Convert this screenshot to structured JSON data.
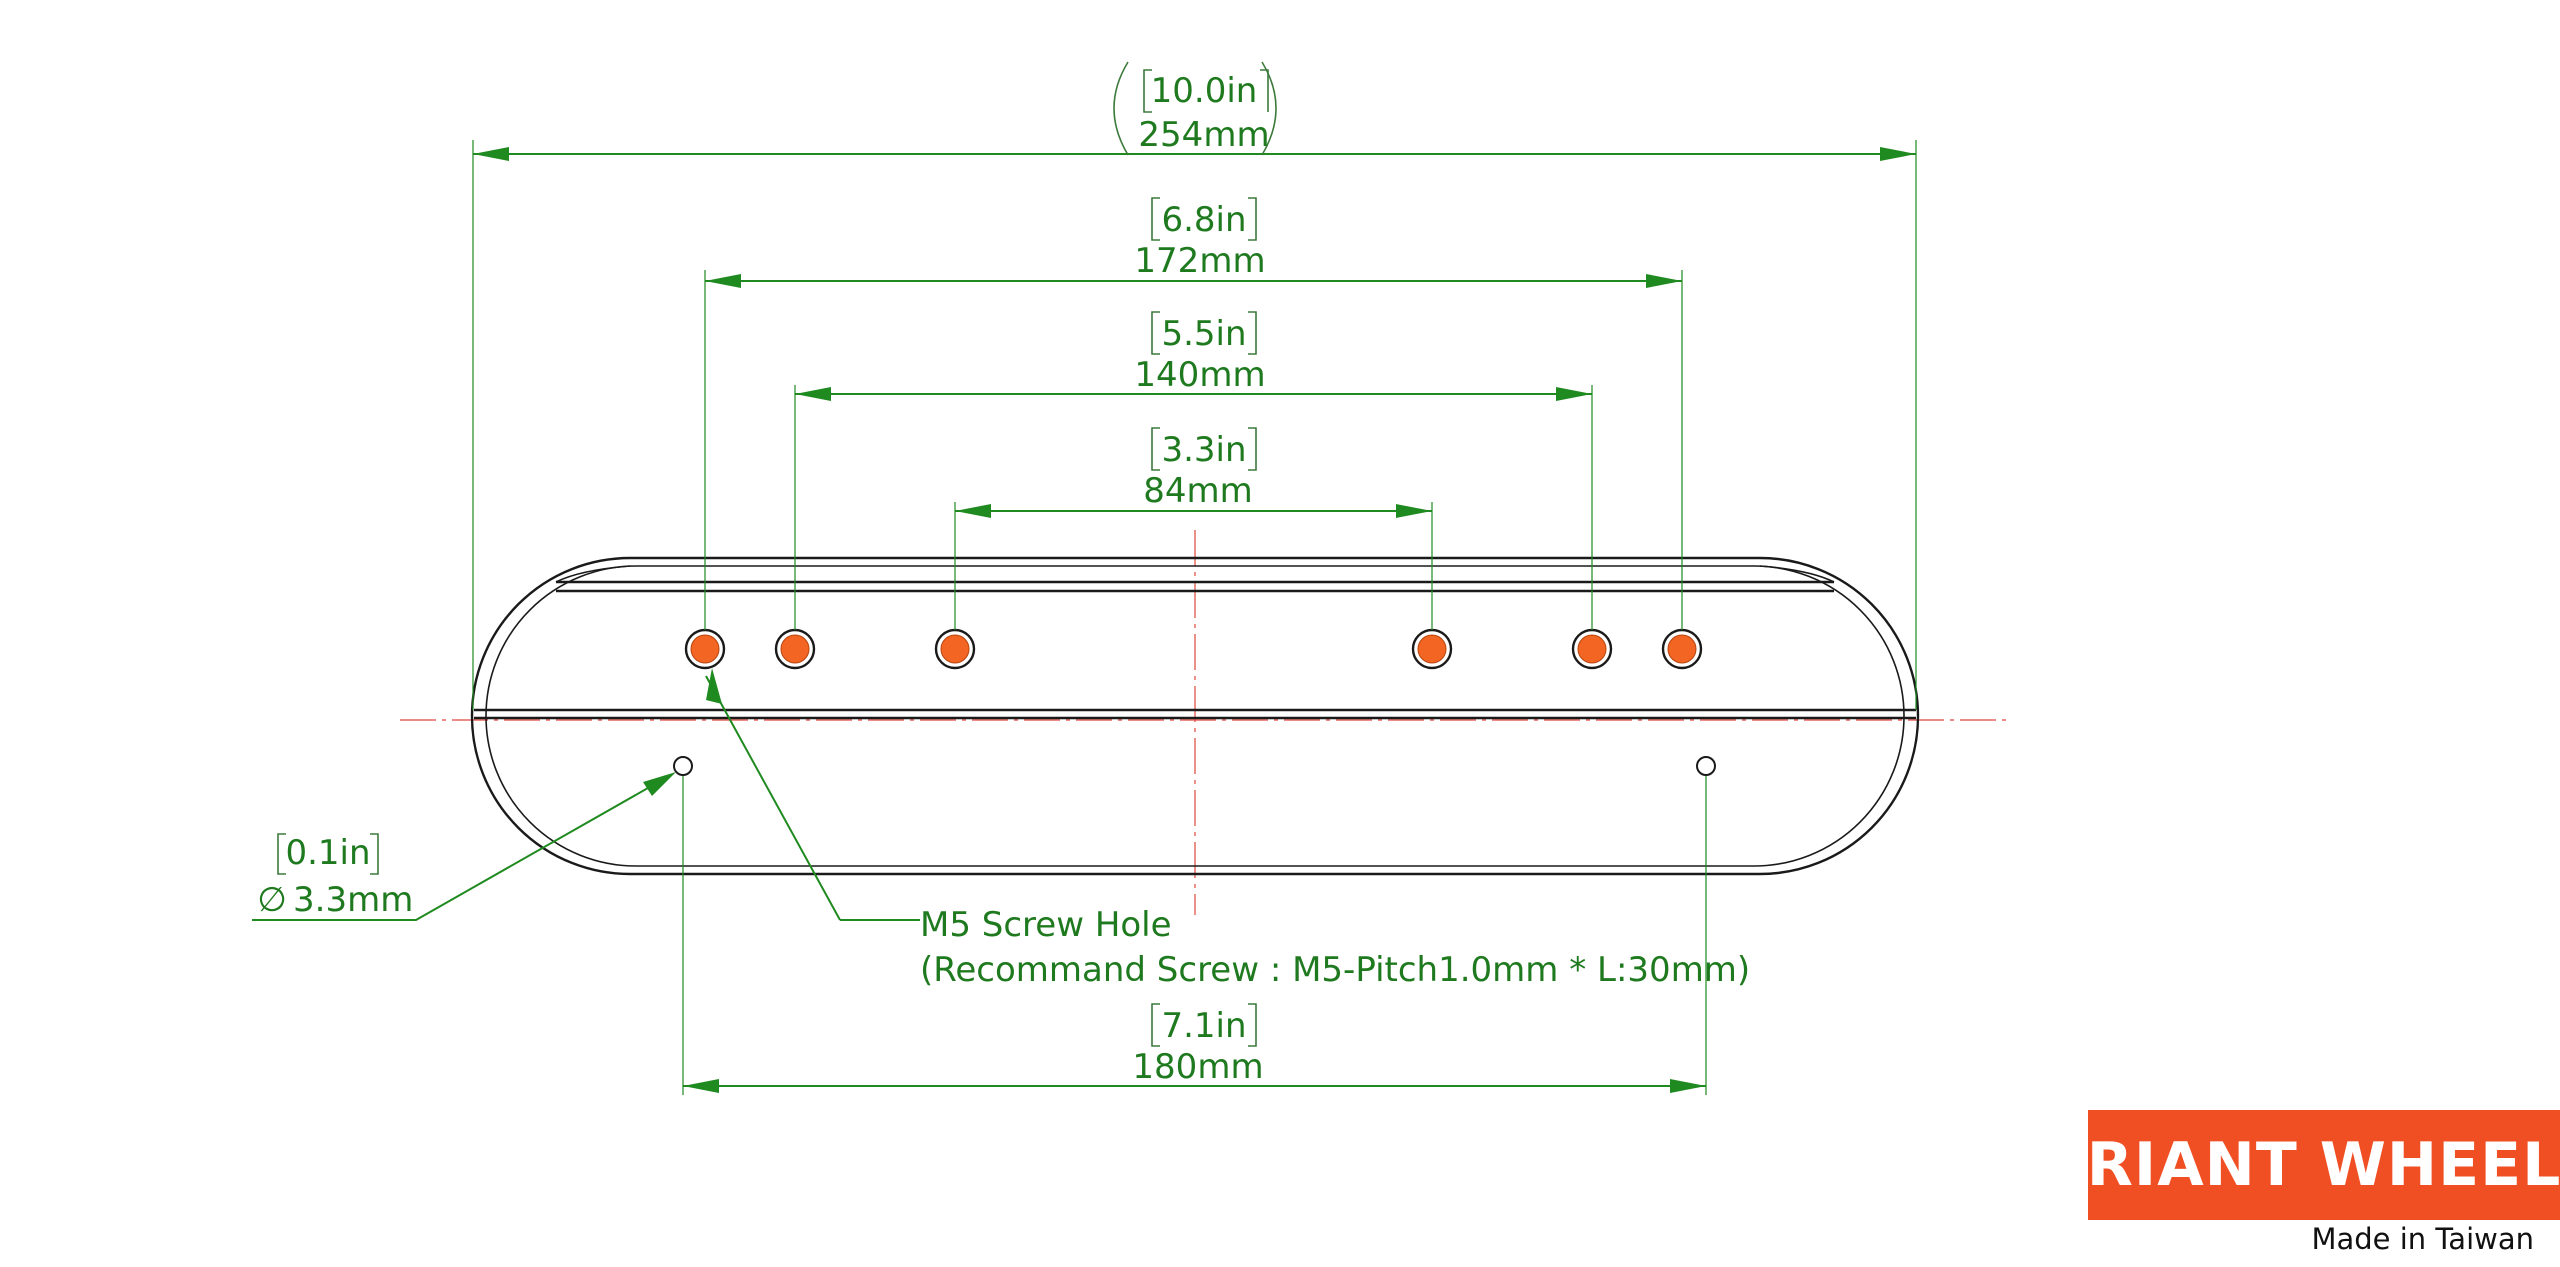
{
  "colors": {
    "dimension": "#1f8a1f",
    "text": "#1f7a1f",
    "outline": "#1a1a1a",
    "centerline": "#e0463c",
    "screw_hole": "#f26522",
    "brand": "#f04e23"
  },
  "dimensions": {
    "overall": {
      "inch": "10.0in",
      "mm": "254mm"
    },
    "outer_holes": {
      "inch": "6.8in",
      "mm": "172mm"
    },
    "middle_holes": {
      "inch": "5.5in",
      "mm": "140mm"
    },
    "inner_holes": {
      "inch": "3.3in",
      "mm": "84mm"
    },
    "small_holes": {
      "inch": "7.1in",
      "mm": "180mm"
    },
    "small_hole_diameter": {
      "inch": "0.1in",
      "symbol": "∅",
      "mm": "3.3mm"
    }
  },
  "callout": {
    "title": "M5 Screw Hole",
    "detail": "(Recommand Screw : M5-Pitch1.0mm * L:30mm)"
  },
  "brand": {
    "name": "RIANT WHEEL",
    "origin": "Made in Taiwan"
  }
}
